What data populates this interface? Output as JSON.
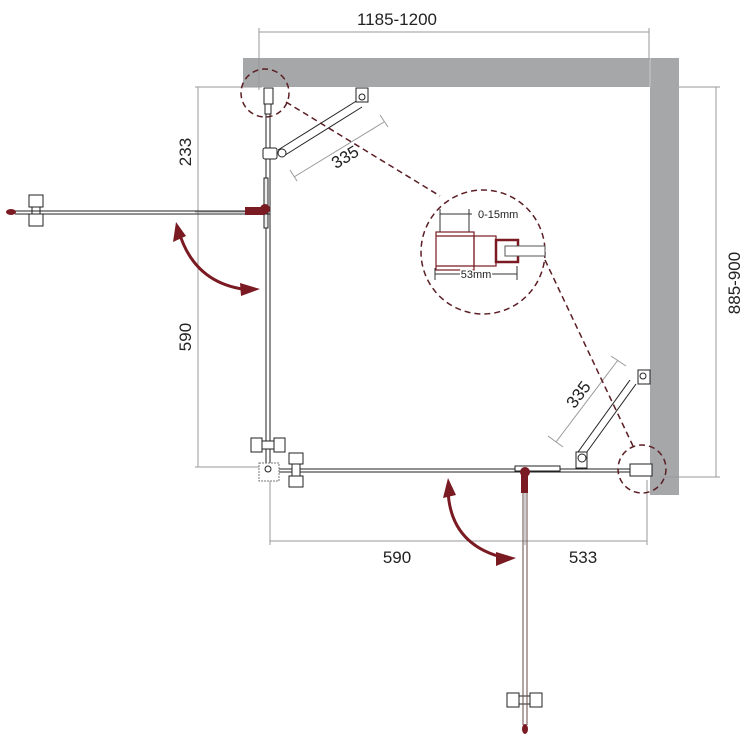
{
  "diagram": {
    "type": "shower-enclosure-plan",
    "colors": {
      "wall": "#a6a7a9",
      "line": "#222222",
      "dim_line": "#9a9a9a",
      "accent": "#7a1a22",
      "dashed": "#5a1e24"
    },
    "dimensions": {
      "overall_width": "1185-1200",
      "overall_depth": "885-900",
      "left_fixed_panel": "233",
      "left_door": "590",
      "bottom_door": "590",
      "bottom_fixed_panel": "533",
      "top_brace": "335",
      "right_brace": "335"
    },
    "detail": {
      "adjust_range": "0-15mm",
      "profile_width": "53mm"
    }
  }
}
